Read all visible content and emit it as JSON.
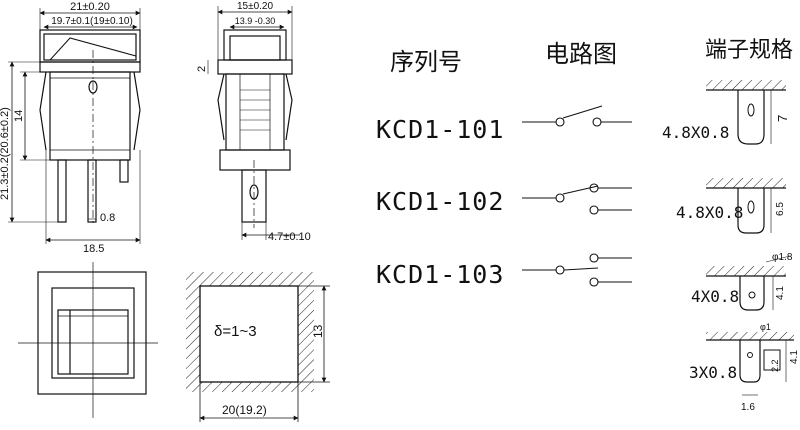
{
  "headers": {
    "series": "序列号",
    "circuit": "电路图",
    "terminal": "端子规格"
  },
  "models": [
    {
      "code": "KCD1-101"
    },
    {
      "code": "KCD1-102"
    },
    {
      "code": "KCD1-103"
    }
  ],
  "terminals": [
    {
      "spec": "4.8X0.8",
      "side_dim": "7"
    },
    {
      "spec": "4.8X0.8",
      "side_dim": "6.5"
    },
    {
      "spec": "4X0.8",
      "side_dim": "4.1",
      "hole_dim": "φ1.8"
    },
    {
      "spec": "3X0.8",
      "side_dim": "4.1",
      "hole_dim": "φ1",
      "slot_dim": "2.2",
      "width_dim": "1.6"
    }
  ],
  "front_view": {
    "width_outer": "21±0.20",
    "width_inner": "19.7±0.1(19±0.10)",
    "height_outer": "21.3±0.2(20.6±0.2)",
    "height_inner": "14",
    "pin_thickness": "0.8",
    "base_width": "18.5"
  },
  "side_view": {
    "width_outer": "15±0.20",
    "width_inner": "13.9 -0.30",
    "step": "2",
    "pin_width": "4.7±0.10"
  },
  "panel_cutout": {
    "thickness_label": "δ=1~3",
    "height": "13",
    "width": "20(19.2)"
  }
}
